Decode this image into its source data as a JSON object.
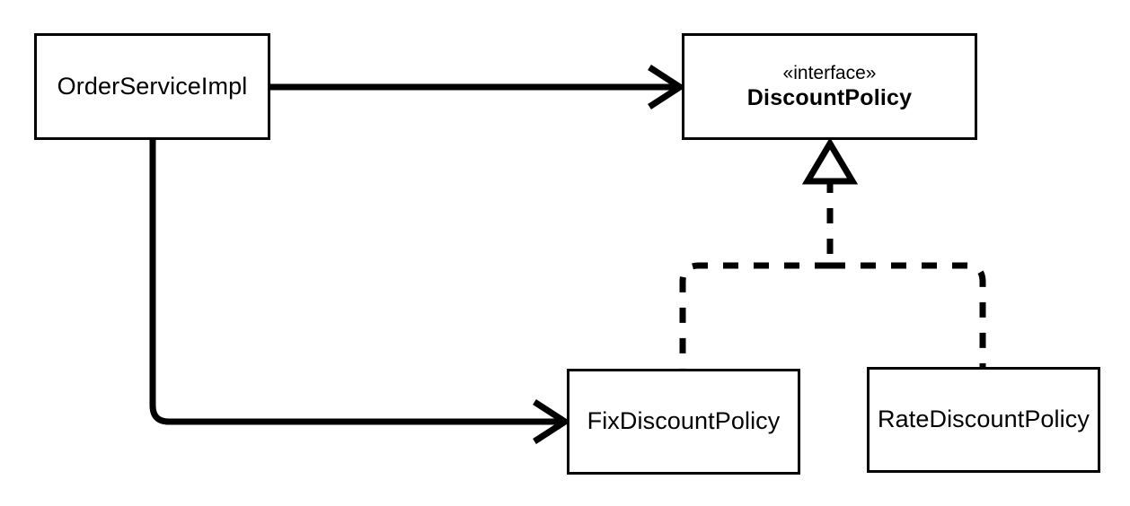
{
  "diagram": {
    "type": "uml-class-diagram",
    "title": "OrderServiceImpl DiscountPolicy UML",
    "background_color": "#ffffff",
    "stroke_color": "#000000",
    "classes": [
      {
        "id": "orderserviceimpl",
        "name": "OrderServiceImpl",
        "stereotype": "",
        "bold": false
      },
      {
        "id": "discountpolicy",
        "name": "DiscountPolicy",
        "stereotype": "«interface»",
        "bold": true
      },
      {
        "id": "fixdiscountpolicy",
        "name": "FixDiscountPolicy",
        "stereotype": "",
        "bold": false
      },
      {
        "id": "ratediscountpolicy",
        "name": "RateDiscountPolicy",
        "stereotype": "",
        "bold": false
      }
    ],
    "relationships": [
      {
        "id": "rel-order-to-discountpolicy",
        "from": "OrderServiceImpl",
        "to": "DiscountPolicy",
        "kind": "association",
        "line_style": "solid",
        "arrowhead": "open-arrow"
      },
      {
        "id": "rel-order-to-fixdiscountpolicy",
        "from": "OrderServiceImpl",
        "to": "FixDiscountPolicy",
        "kind": "association",
        "line_style": "solid",
        "arrowhead": "open-arrow"
      },
      {
        "id": "rel-fixdiscountpolicy-realizes",
        "from": "FixDiscountPolicy",
        "to": "DiscountPolicy",
        "kind": "realization",
        "line_style": "dashed",
        "arrowhead": "hollow-triangle"
      },
      {
        "id": "rel-ratediscountpolicy-realizes",
        "from": "RateDiscountPolicy",
        "to": "DiscountPolicy",
        "kind": "realization",
        "line_style": "dashed",
        "arrowhead": "hollow-triangle"
      }
    ]
  }
}
